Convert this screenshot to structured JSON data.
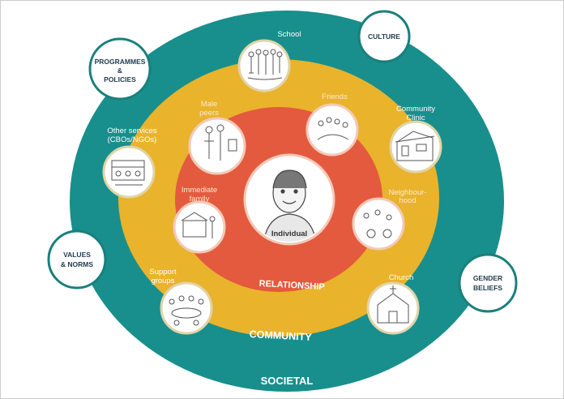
{
  "diagram": {
    "layers": {
      "societal": "SOCIETAL",
      "community": "COMMUNITY",
      "relationship": "RELATIONSHIP",
      "individual": "Individual"
    },
    "societal_circles": {
      "programmes": [
        "PROGRAMMES",
        "&",
        "POLICIES"
      ],
      "culture": "CULTURE",
      "values": [
        "VALUES",
        "& NORMS"
      ],
      "gender": [
        "GENDER",
        "BELIEFS"
      ]
    },
    "community_items": {
      "school": "School",
      "clinic": [
        "Community",
        "Clinic"
      ],
      "other": [
        "Other services",
        "(CBOs/NGOs)"
      ],
      "support": [
        "Support",
        "groups"
      ],
      "church": "Church"
    },
    "relationship_items": {
      "male": [
        "Male",
        "peers"
      ],
      "friends": "Friends",
      "family": [
        "Immediate",
        "family"
      ],
      "neighbour": [
        "Neighbour-",
        "hood"
      ]
    },
    "colors": {
      "societal": "#188f8c",
      "community": "#e9b32c",
      "relationship": "#e45a3e",
      "outline": "#1a7f7c"
    }
  }
}
